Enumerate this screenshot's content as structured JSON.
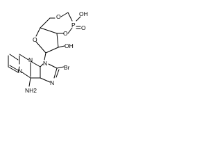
{
  "molecule": {
    "atoms": {
      "ring_o": "O",
      "phos_o_upper": "O",
      "phos_o_lower": "O",
      "phosphorus": "P",
      "phos_oh": "OH",
      "phos_double_o": "O",
      "sugar_oh": "OH",
      "purine_n9": "N",
      "purine_n7": "N",
      "purine_n1": "N",
      "purine_n3": "N",
      "bromo": "Br",
      "amino": "NH2"
    }
  }
}
